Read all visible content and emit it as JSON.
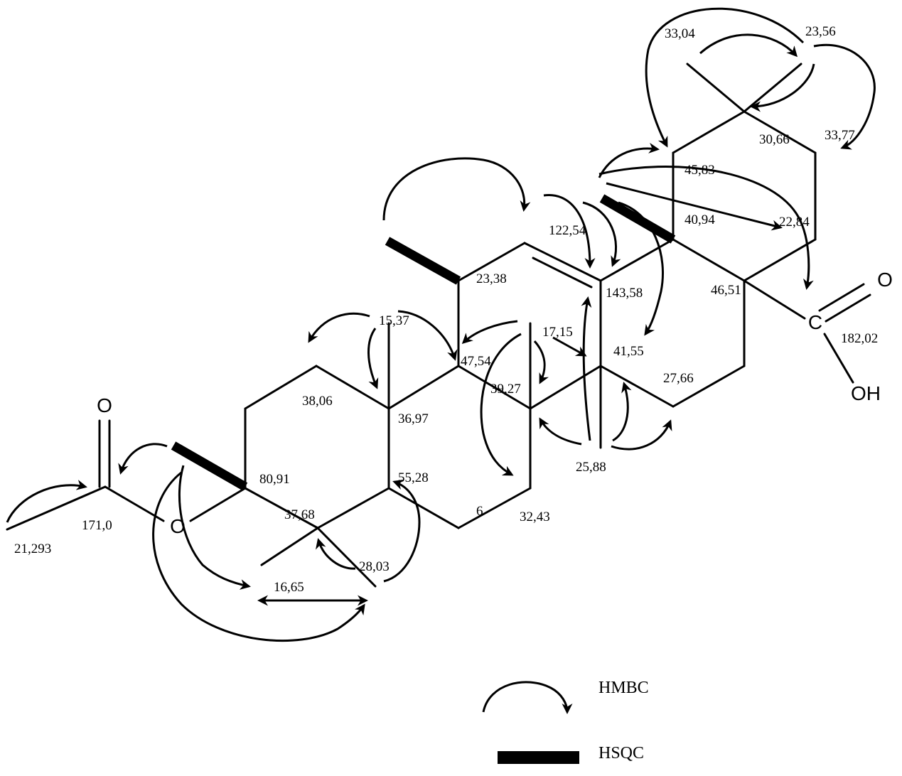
{
  "atoms": {
    "o_carbonyl_acetyl": "O",
    "o_ester": "O",
    "o_acid_carbonyl": "O",
    "c_acid": "C",
    "oh_acid": "OH"
  },
  "shifts": [
    "33,04",
    "23,56",
    "30,66",
    "33,77",
    "45,83",
    "40,94",
    "22,84",
    "122,54",
    "23,38",
    "143,58",
    "46,51",
    "182,02",
    "15,37",
    "17,15",
    "47,54",
    "41,55",
    "27,66",
    "38,06",
    "36,97",
    "39,27",
    "80,91",
    "55,28",
    "25,88",
    "171,0",
    "37,68",
    "6",
    "32,43",
    "28,03",
    "21,293",
    "16,65"
  ],
  "legend": {
    "hmbc_label": "HMBC",
    "hsqc_label": "HSQC"
  }
}
